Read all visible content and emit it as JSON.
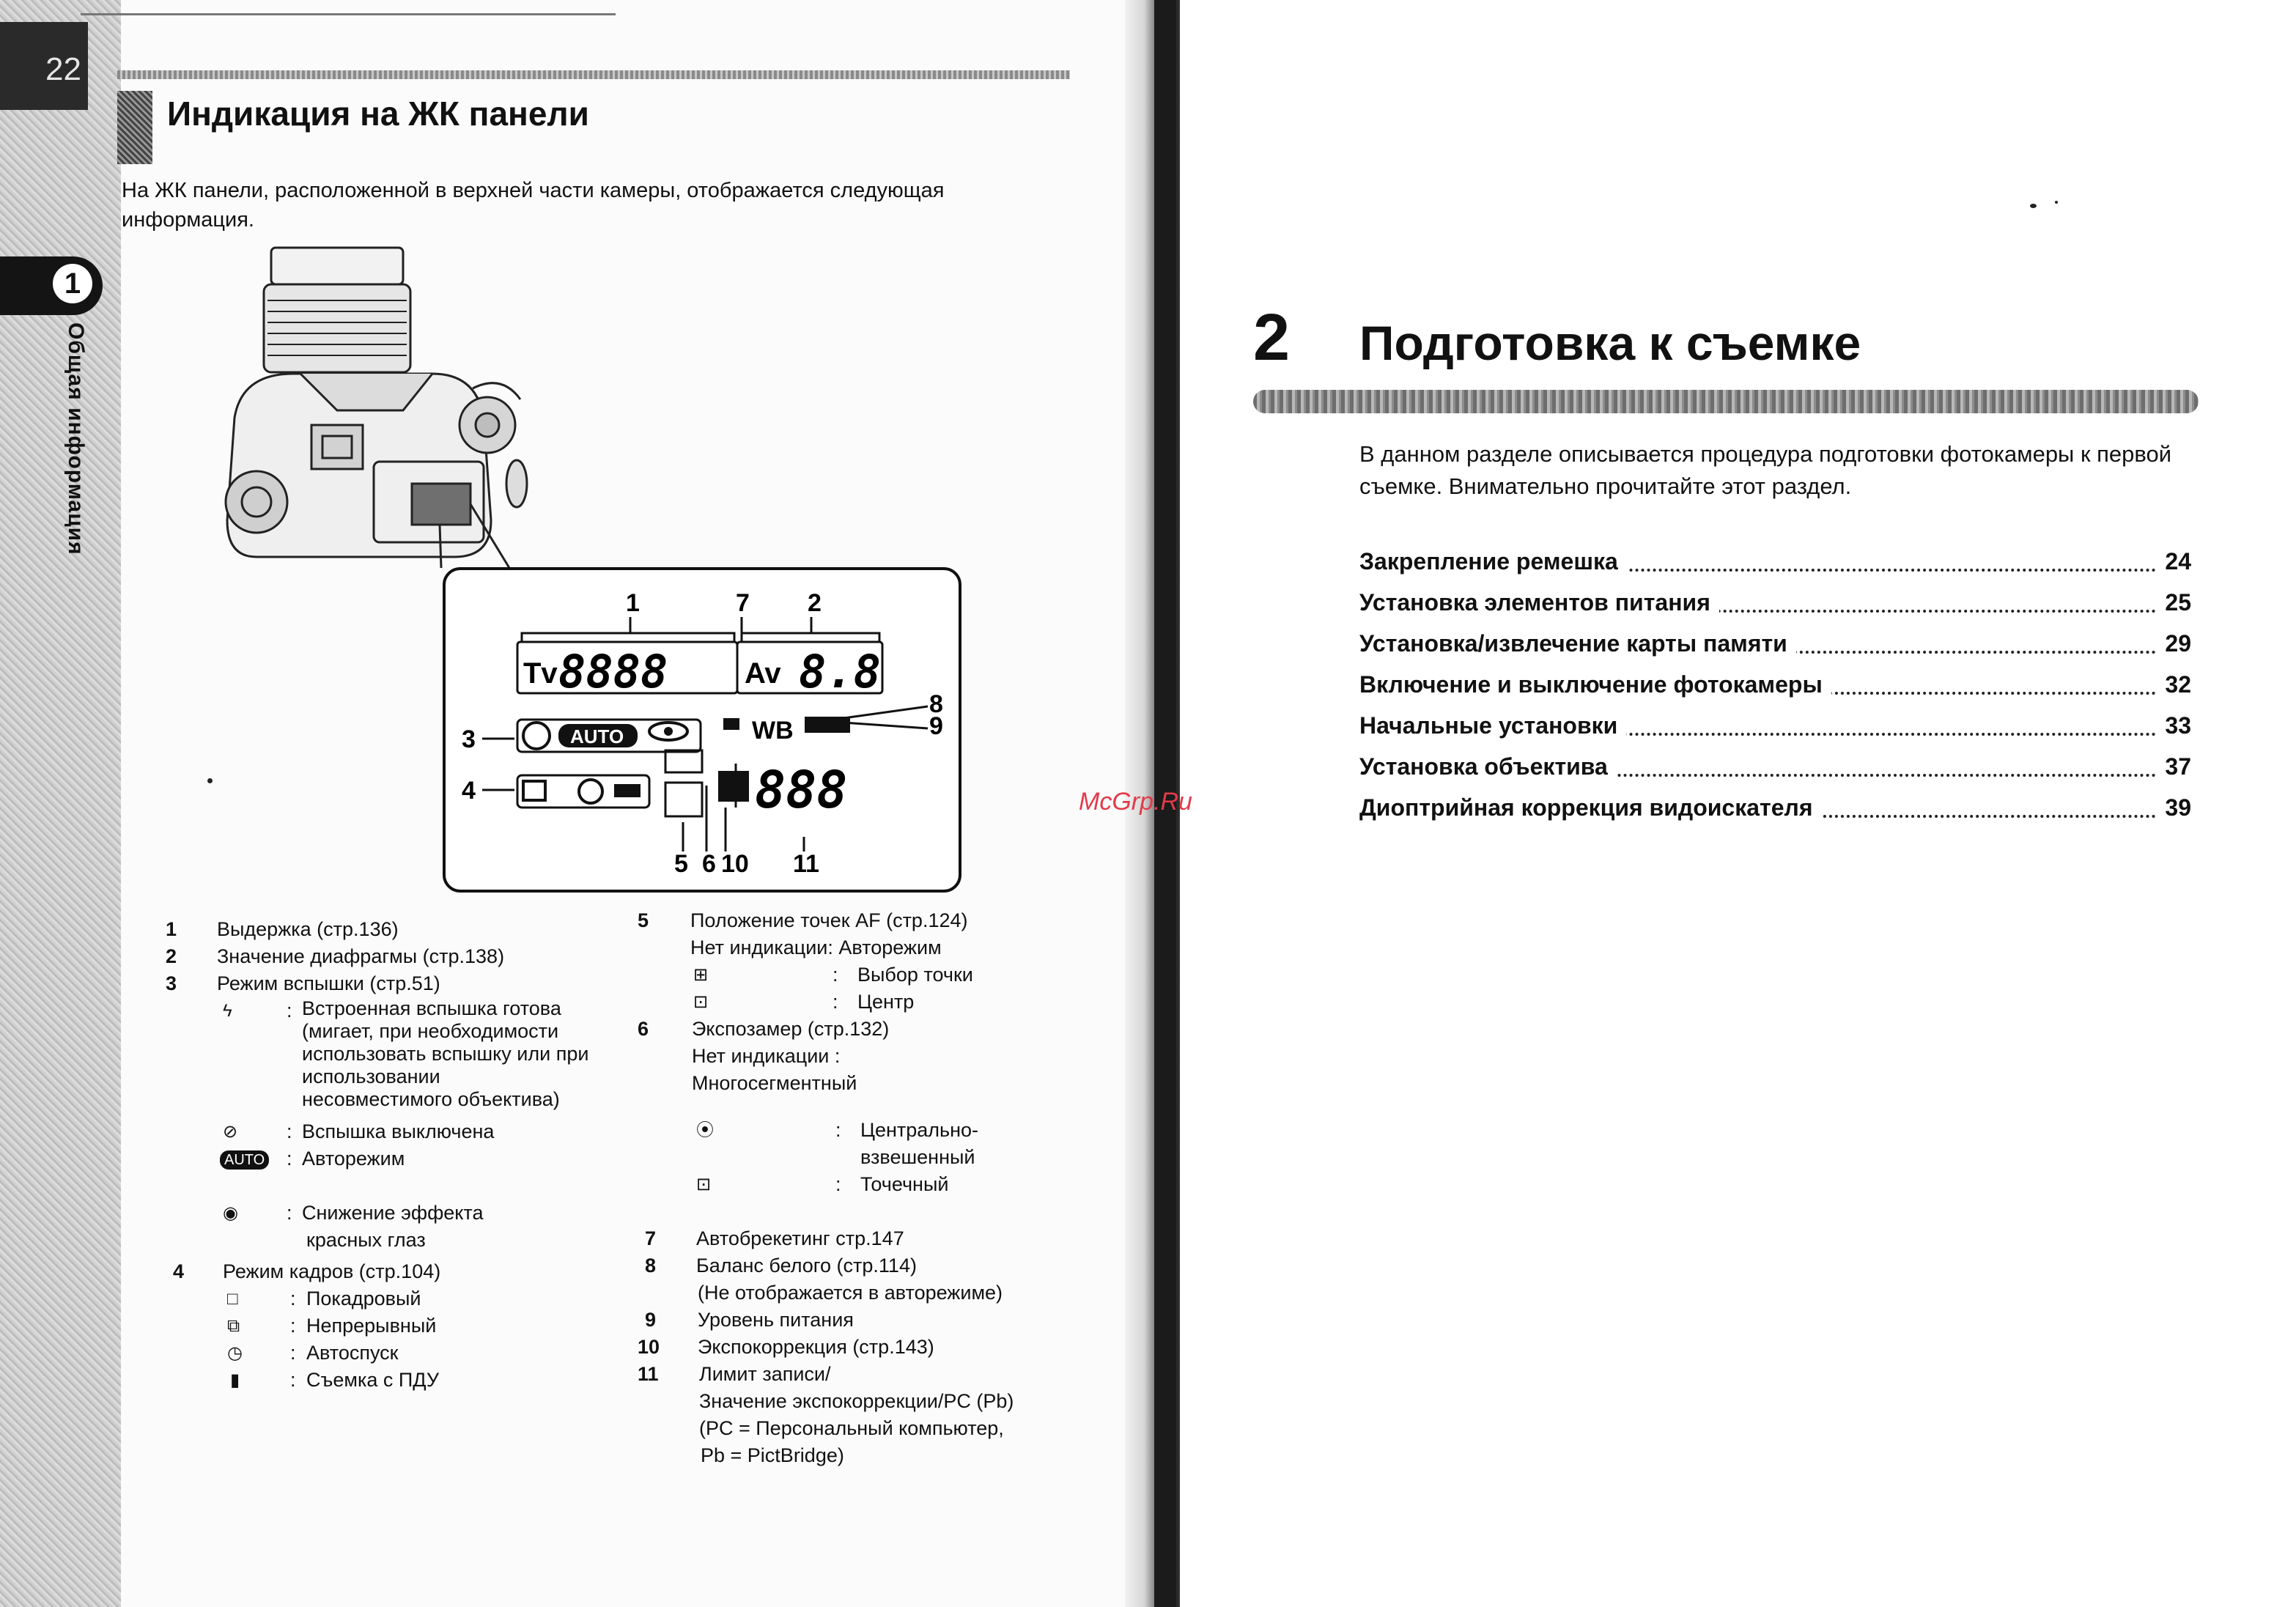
{
  "left_page": {
    "page_number": "22",
    "chapter_number": "1",
    "chapter_side_label": "Общая информация",
    "section_title": "Индикация на ЖК панели",
    "intro": "На ЖК панели, расположенной в верхней части камеры, отображается следующая информация.",
    "lcd": {
      "callouts": [
        "1",
        "7",
        "2",
        "8",
        "9",
        "3",
        "4",
        "5",
        "6",
        "10",
        "11"
      ],
      "tv_label": "Tv",
      "tv_digits": "8888",
      "av_label": "Av",
      "av_digits": "8.8",
      "auto_label": "AUTO",
      "wb_label": "WB",
      "counter_digits": "888"
    },
    "legend_left": [
      {
        "num": "1",
        "text": "Выдержка (стр.136)"
      },
      {
        "num": "2",
        "text": "Значение диафрагмы (стр.138)"
      },
      {
        "num": "3",
        "text": "Режим вспышки (стр.51)"
      },
      {
        "icon": "flash-ready-icon",
        "glyph": "ϟ",
        "lines": [
          "Встроенная вспышка готова",
          "(мигает, при необходимости",
          "использовать вспышку или при",
          "использовании",
          "несовместимого объектива)"
        ]
      },
      {
        "icon": "flash-off-icon",
        "glyph": "⊘",
        "lines": [
          "Вспышка выключена"
        ]
      },
      {
        "icon": "flash-auto-icon",
        "glyph": "AUTO",
        "lines": [
          "Авторежим"
        ]
      },
      {
        "icon": "red-eye-icon",
        "glyph": "◉",
        "lines": [
          "Снижение эффекта",
          "красных глаз"
        ]
      },
      {
        "num": "4",
        "text": "Режим кадров (стр.104)"
      },
      {
        "icon": "single-frame-icon",
        "glyph": "□",
        "lines": [
          "Покадровый"
        ]
      },
      {
        "icon": "continuous-icon",
        "glyph": "⧉",
        "lines": [
          "Непрерывный"
        ]
      },
      {
        "icon": "self-timer-icon",
        "glyph": "◷",
        "lines": [
          "Автоспуск"
        ]
      },
      {
        "icon": "remote-icon",
        "glyph": "▮",
        "lines": [
          "Съемка с ПДУ"
        ]
      }
    ],
    "legend_right": [
      {
        "num": "5",
        "text": "Положение точек AF (стр.124)"
      },
      {
        "text": "Нет индикации: Авторежим"
      },
      {
        "icon": "af-select-icon",
        "glyph": "⊞",
        "lines": [
          "Выбор точки"
        ]
      },
      {
        "icon": "af-center-icon",
        "glyph": "⊡",
        "lines": [
          "Центр"
        ]
      },
      {
        "num": "6",
        "text": "Экспозамер (стр.132)"
      },
      {
        "text": "Нет индикации :"
      },
      {
        "text": "Многосегментный"
      },
      {
        "icon": "center-weighted-icon",
        "glyph": "⦿",
        "lines": [
          "Центрально-",
          "взвешенный"
        ]
      },
      {
        "icon": "spot-icon",
        "glyph": "⊡",
        "lines": [
          "Точечный"
        ]
      },
      {
        "num": "7",
        "text": "Автобрекетинг стр.147"
      },
      {
        "num": "8",
        "text": "Баланс белого (стр.114)"
      },
      {
        "text": "(Не отображается в авторежиме)"
      },
      {
        "num": "9",
        "text": "Уровень питания"
      },
      {
        "num": "10",
        "text": "Экспокоррекция (стр.143)"
      },
      {
        "num": "11",
        "text": "Лимит записи/"
      },
      {
        "text": "Значение экспокоррекции/PC (Pb)"
      },
      {
        "text": "(PC = Персональный компьютер,"
      },
      {
        "text": "Pb = PictBridge)"
      }
    ]
  },
  "right_page": {
    "chapter_number": "2",
    "chapter_title": "Подготовка к съемке",
    "intro": "В данном разделе описывается процедура подготовки фотокамеры к первой съемке. Внимательно прочитайте этот раздел.",
    "toc": [
      {
        "label": "Закрепление ремешка",
        "page": "24"
      },
      {
        "label": "Установка элементов питания",
        "page": "25"
      },
      {
        "label": "Установка/извлечение карты памяти",
        "page": "29"
      },
      {
        "label": "Включение и выключение фотокамеры",
        "page": "32"
      },
      {
        "label": "Начальные установки",
        "page": "33"
      },
      {
        "label": "Установка объектива",
        "page": "37"
      },
      {
        "label": "Диоптрийная коррекция видоискателя",
        "page": "39"
      }
    ]
  },
  "watermark": "McGrp.Ru"
}
